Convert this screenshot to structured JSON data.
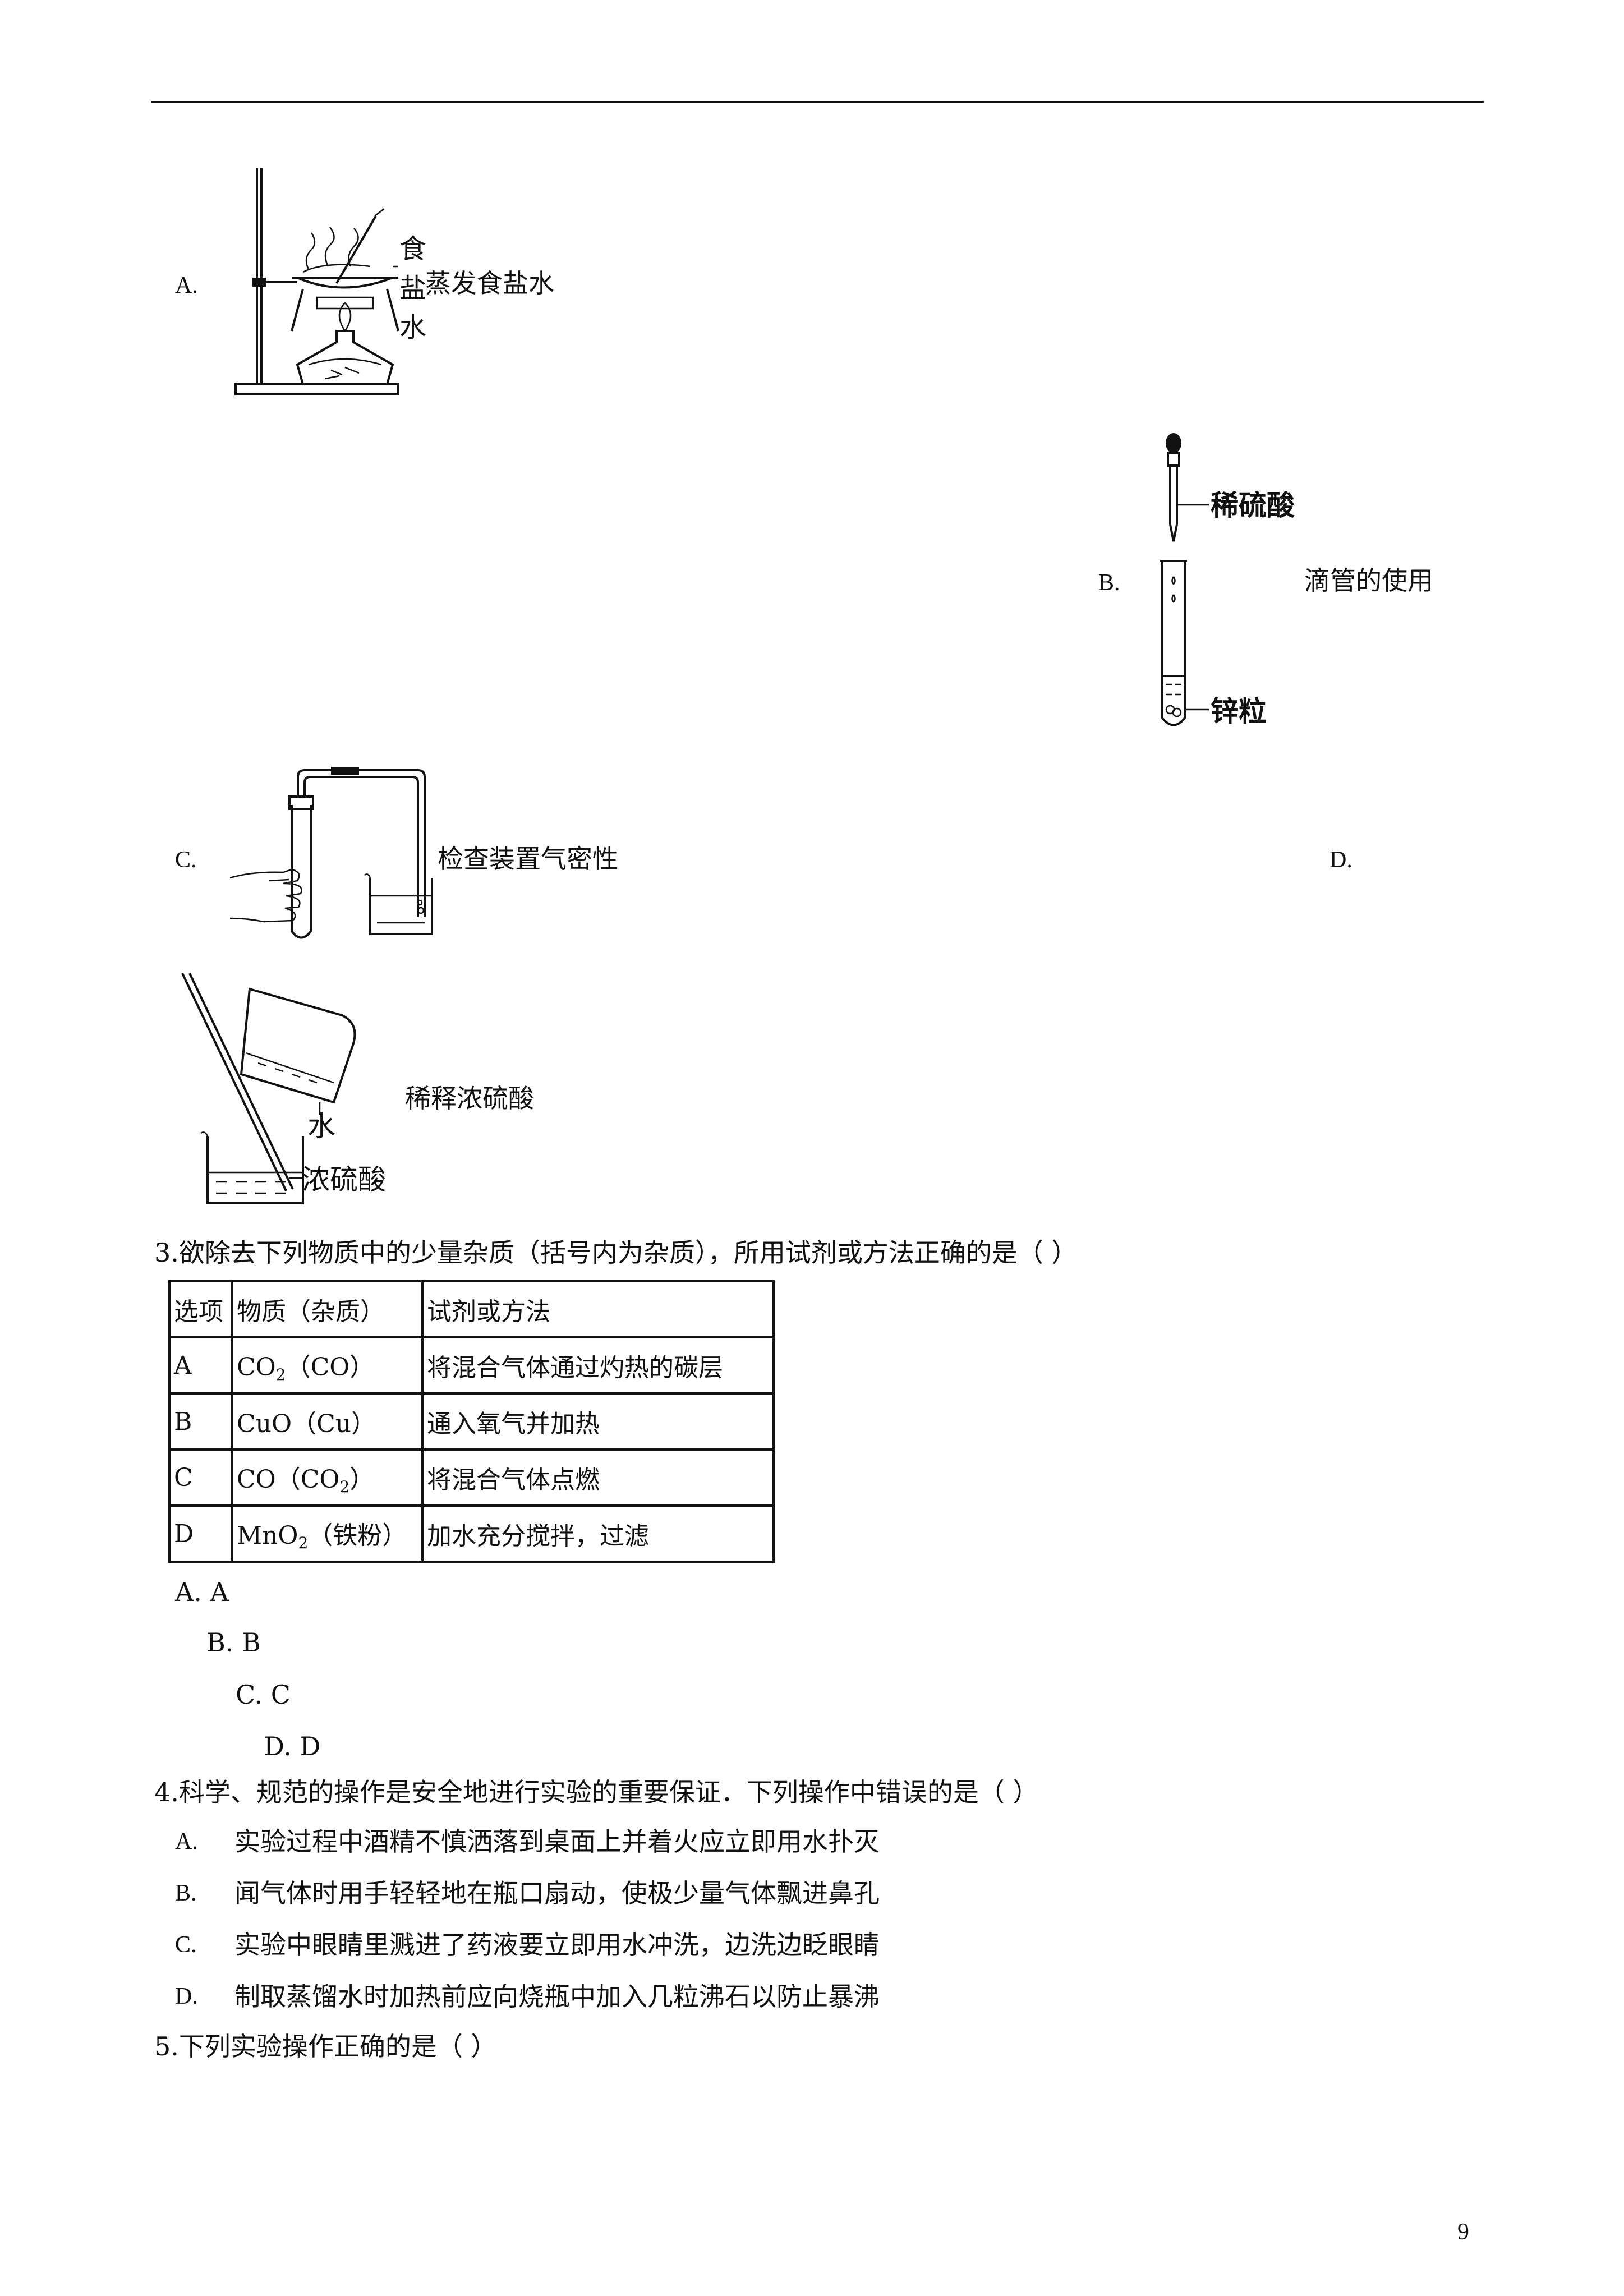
{
  "q2": {
    "options": [
      {
        "letter": "A.",
        "caption": "蒸发食盐水",
        "labels": [
          "食",
          "盐",
          "水"
        ]
      },
      {
        "letter": "B.",
        "caption": "滴管的使用",
        "labels": [
          "稀硫酸",
          "锌粒"
        ]
      },
      {
        "letter": "C.",
        "caption": "检查装置气密性"
      },
      {
        "letter": "D.",
        "caption": "稀释浓硫酸",
        "labels": [
          "水",
          "浓硫酸"
        ]
      }
    ]
  },
  "q3": {
    "stem": "3.欲除去下列物质中的少量杂质（括号内为杂质），所用试剂或方法正确的是（          ）",
    "table": {
      "headers": [
        "选项",
        "物质（杂质）",
        "试剂或方法"
      ],
      "rows": [
        {
          "opt": "A",
          "sub_pre": "CO",
          "sub_num": "2",
          "sub_post": "（CO）",
          "method": "将混合气体通过灼热的碳层"
        },
        {
          "opt": "B",
          "sub_pre": "CuO（Cu）",
          "sub_num": "",
          "sub_post": "",
          "method": "通入氧气并加热"
        },
        {
          "opt": "C",
          "sub_pre": "CO（CO",
          "sub_num": "2",
          "sub_post": "）",
          "method": "将混合气体点燃"
        },
        {
          "opt": "D",
          "sub_pre": "MnO",
          "sub_num": "2",
          "sub_post": "（铁粉）",
          "method": "加水充分搅拌，过滤"
        }
      ]
    },
    "choices": [
      "A.    A",
      "B.    B",
      "C.    C",
      "D.    D"
    ]
  },
  "q4": {
    "stem": "4.科学、规范的操作是安全地进行实验的重要保证．下列操作中错误的是（          ）",
    "choices": [
      {
        "letter": "A.",
        "text": "实验过程中酒精不慎洒落到桌面上并着火应立即用水扑灭"
      },
      {
        "letter": "B.",
        "text": "闻气体时用手轻轻地在瓶口扇动，使极少量气体飘进鼻孔"
      },
      {
        "letter": "C.",
        "text": "实验中眼睛里溅进了药液要立即用水冲洗，边洗边眨眼睛"
      },
      {
        "letter": "D.",
        "text": "制取蒸馏水时加热前应向烧瓶中加入几粒沸石以防止暴沸"
      }
    ]
  },
  "q5": {
    "stem": "5.下列实验操作正确的是（          ）"
  },
  "page_number": "9"
}
